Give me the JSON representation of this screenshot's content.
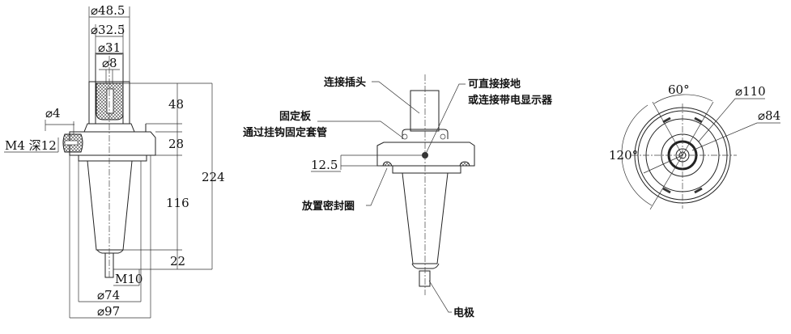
{
  "side_view": {
    "dims": {
      "d48_5": "⌀48.5",
      "d32_5": "⌀32.5",
      "d31": "⌀31",
      "d8": "⌀8",
      "d4": "⌀4",
      "m4": "M4 深12",
      "h48": "48",
      "h28": "28",
      "h224": "224",
      "h116": "116",
      "h22": "22",
      "m10": "M10",
      "d74": "⌀74",
      "d97": "⌀97"
    }
  },
  "front_view": {
    "labels": {
      "connector": "连接插头",
      "ground_1": "可直接接地",
      "ground_2": "或连接带电显示器",
      "plate_1": "固定板",
      "plate_2": "通过挂钩固定套管",
      "dim_12_5": "12.5",
      "seal": "放置密封圈",
      "electrode": "电极"
    }
  },
  "top_view": {
    "dims": {
      "angle60": "60°",
      "angle120": "120°",
      "d110": "⌀110",
      "d84": "⌀84"
    }
  }
}
